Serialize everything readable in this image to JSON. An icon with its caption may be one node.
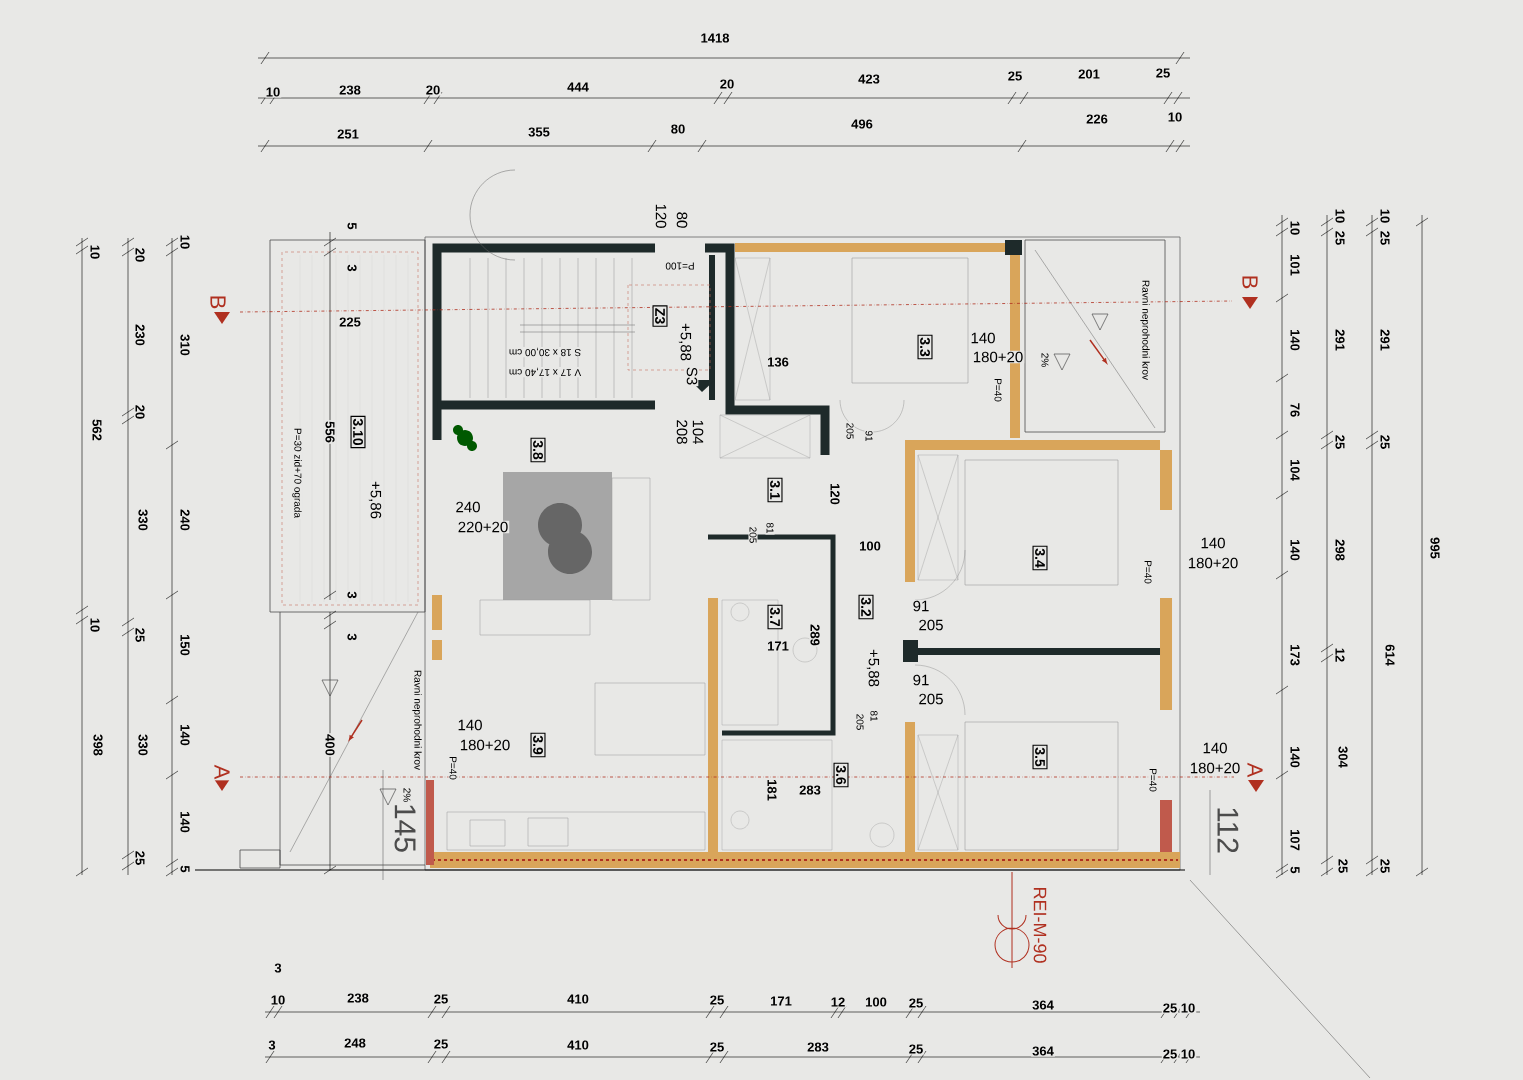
{
  "diagram": {
    "nodes": [
      {
        "text": [
          "Z3"
        ]
      },
      {
        "text": [
          "3.3"
        ]
      },
      {
        "text": [
          "3.10"
        ]
      },
      {
        "text": [
          "3.8"
        ]
      },
      {
        "text": [
          "3.1"
        ]
      },
      {
        "text": [
          "3.4"
        ]
      },
      {
        "text": [
          "3.2"
        ]
      },
      {
        "text": [
          "3.7"
        ]
      },
      {
        "text": [
          "3.9"
        ]
      },
      {
        "text": [
          "3.6"
        ]
      },
      {
        "text": [
          "3.5"
        ]
      }
    ],
    "labels": [
      "1418",
      "10",
      "238",
      "20",
      "444",
      "20",
      "423",
      "25",
      "201",
      "25",
      "251",
      "355",
      "80",
      "496",
      "226",
      "10",
      "10",
      "562",
      "10",
      "398",
      "20",
      "230",
      "20",
      "330",
      "25",
      "330",
      "25",
      "10",
      "310",
      "240",
      "150",
      "140",
      "140",
      "5",
      "5",
      "3",
      "B",
      "225",
      "3",
      "3",
      "P=30 zid+70 ograda",
      "556",
      "+5,86",
      "120",
      "80",
      "P=100",
      "+5,88",
      "S 18 x 30,00 cm",
      "V 17 x 17,40 cm",
      "S3",
      "240",
      "220+20",
      "208",
      "104",
      "136",
      "91",
      "205",
      "140",
      "180+20",
      "P=40",
      "2%",
      "Ravni neprohodni krov",
      "B",
      "120",
      "81",
      "205",
      "100",
      "140",
      "180+20",
      "P=40",
      "289",
      "171",
      "91",
      "205",
      "+5,88",
      "91",
      "205",
      "Ravni neprohodni krov",
      "400",
      "140",
      "180+20",
      "81",
      "205",
      "P=40",
      "A",
      "2%",
      "145",
      "181",
      "283",
      "140",
      "180+20",
      "P=40",
      "A",
      "112",
      "10",
      "101",
      "140",
      "76",
      "104",
      "140",
      "173",
      "140",
      "107",
      "5",
      "10",
      "25",
      "291",
      "25",
      "298",
      "12",
      "304",
      "25",
      "10",
      "25",
      "291",
      "25",
      "614",
      "25",
      "995",
      "REI-M-90",
      "3",
      "10",
      "238",
      "25",
      "410",
      "25",
      "171",
      "12",
      "100",
      "25",
      "364",
      "25",
      "10",
      "3",
      "248",
      "25",
      "410",
      "25",
      "283",
      "25",
      "364",
      "25",
      "10"
    ]
  }
}
